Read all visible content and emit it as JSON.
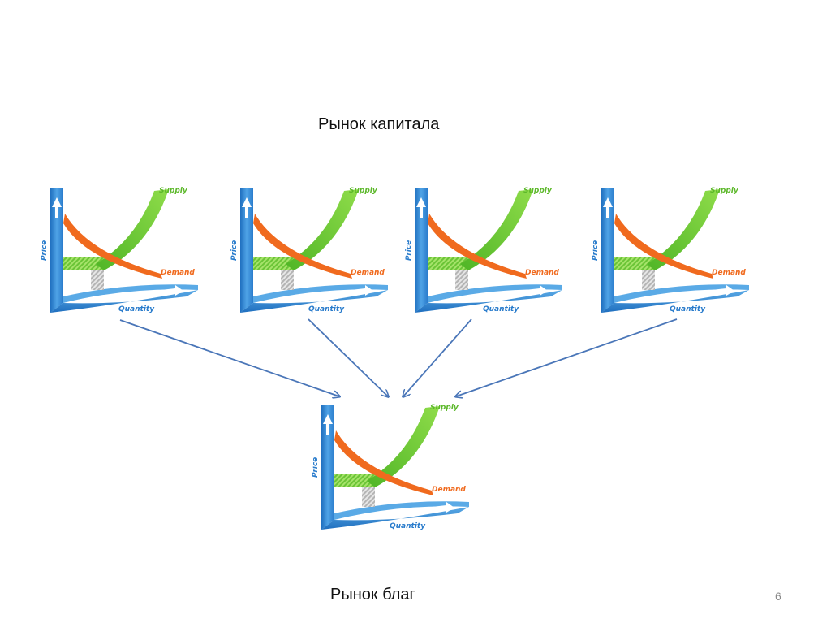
{
  "slide": {
    "title": "Рынок капитала",
    "bottom_title": "Рынок благ",
    "page_number": "6"
  },
  "chart_labels": {
    "supply": "Supply",
    "demand": "Demand",
    "quantity": "Quantity",
    "price": "Price"
  },
  "colors": {
    "axis_blue": "#2a7ccc",
    "axis_blue_light": "#5aaae6",
    "supply_green": "#5cc12e",
    "supply_green_light": "#8fdc4a",
    "demand_orange": "#f06a1e",
    "connector_arrow": "#4a76b8"
  },
  "icons": {
    "axis_up": "arrow-up-icon",
    "axis_right": "arrow-right-icon",
    "connector": "arrow-icon"
  }
}
